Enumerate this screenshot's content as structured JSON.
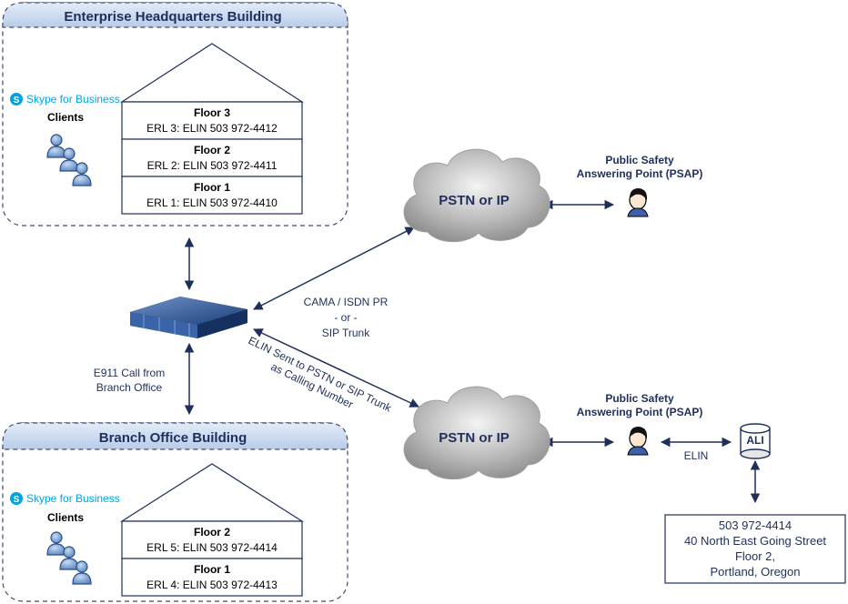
{
  "hq": {
    "title": "Enterprise Headquarters Building",
    "brand": "Skype for Business",
    "clients": "Clients",
    "floors": [
      {
        "name": "Floor 3",
        "erl": "ERL 3: ELIN 503 972-4412"
      },
      {
        "name": "Floor 2",
        "erl": "ERL 2: ELIN 503 972-4411"
      },
      {
        "name": "Floor 1",
        "erl": "ERL 1: ELIN 503 972-4410"
      }
    ]
  },
  "branch": {
    "title": "Branch Office Building",
    "brand": "Skype for Business",
    "clients": "Clients",
    "floors": [
      {
        "name": "Floor 2",
        "erl": "ERL 5: ELIN 503 972-4414"
      },
      {
        "name": "Floor 1",
        "erl": "ERL 4: ELIN 503 972-4413"
      }
    ]
  },
  "links": {
    "trunk_line1": "CAMA / ISDN PR",
    "trunk_line2": "- or -",
    "trunk_line3": "SIP Trunk",
    "elin_sent_line1": "ELIN Sent to PSTN or SIP Trunk",
    "elin_sent_line2": "as Calling Number",
    "e911_line1": "E911 Call from",
    "e911_line2": "Branch Office",
    "elin": "ELIN"
  },
  "clouds": {
    "top": "PSTN or IP",
    "bottom": "PSTN or IP"
  },
  "psap": {
    "top_line1": "Public Safety",
    "top_line2": "Answering Point (PSAP)",
    "bottom_line1": "Public Safety",
    "bottom_line2": "Answering Point (PSAP)"
  },
  "ali": {
    "label": "ALI",
    "address": [
      "503 972-4414",
      "40 North East Going Street",
      "Floor 2,",
      "Portland, Oregon"
    ]
  },
  "colors": {
    "line": "#1f2f5c",
    "header_fill": "#c8d9f0",
    "skype": "#00a4e4"
  }
}
